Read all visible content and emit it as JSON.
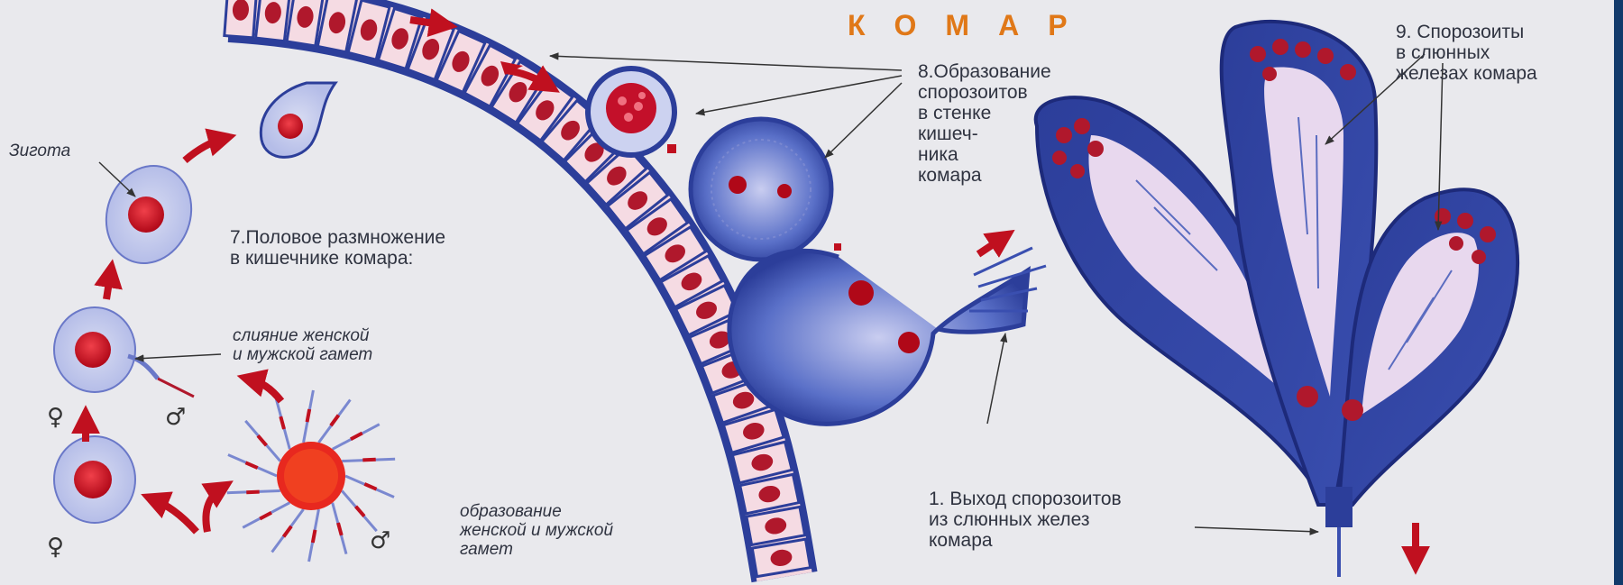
{
  "title": "КОМАР",
  "labels": {
    "zygote": "Зигота",
    "sexual_reproduction": "7.Половое  размножение\nв кишечнике комара:",
    "fusion": "слияние женской\nи мужской гамет",
    "gamete_formation": "образование\nженской и мужской\nгамет",
    "sporozoite_formation": "8.Образование\nспорозоитов\nв  стенке\nкишеч-\nника\nкомара",
    "salivary_sporozoites": "9. Спорозоиты\nв  слюнных\nжелезах комара",
    "exit": "1.  Выход спорозоитов\nиз слюнных  желез\nкомара"
  },
  "symbols": {
    "female": "♀",
    "male": "♂"
  },
  "colors": {
    "title": "#e07818",
    "arrow": "#c0101f",
    "cell_blue": "#2c3e9a",
    "nucleus_red": "#c3102a",
    "background": "#e9e9ed"
  }
}
